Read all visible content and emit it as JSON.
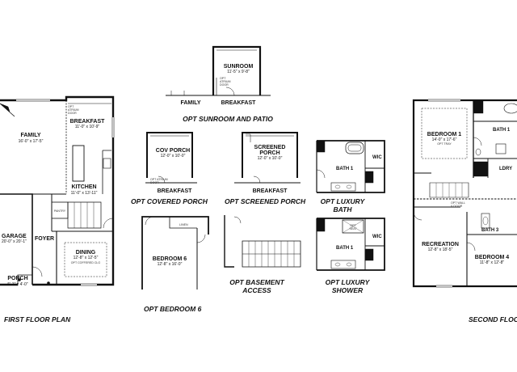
{
  "captions": {
    "first_floor": "FIRST FLOOR PLAN",
    "second_floor": "SECOND FLOOR PLAN",
    "sunroom_patio": "OPT SUNROOM AND PATIO",
    "covered_porch": "OPT COVERED PORCH",
    "screened_porch": "OPT SCREENED PORCH",
    "luxury_bath": [
      "OPT LUXURY",
      "BATH"
    ],
    "bedroom6": "OPT BEDROOM 6",
    "basement": [
      "OPT BASEMENT",
      "ACCESS"
    ],
    "luxury_shower": [
      "OPT LUXURY",
      "SHOWER"
    ]
  },
  "rooms": {
    "family": {
      "name": "FAMILY",
      "dims": "16'-0\" x 17'-5\""
    },
    "breakfast": {
      "name": "BREAKFAST",
      "dims": "11'-0\" x 10'-9\""
    },
    "kitchen": {
      "name": "KITCHEN",
      "dims": "11'-0\" x 13'-11\""
    },
    "garage": {
      "name": "GARAGE",
      "dims": "20'-0\" x 20'-1\""
    },
    "foyer": {
      "name": "FOYER"
    },
    "dining": {
      "name": "DINING",
      "dims": "12'-8\" x 12'-5\"",
      "note": "OPT COFFERED CLG"
    },
    "porch": {
      "name": "PORCH",
      "dims": "5'-1\" x 4'-0\""
    },
    "pantry": "PANTRY",
    "sunroom": {
      "name": "SUNROOM",
      "dims": "11'-5\" x 9'-8\""
    },
    "sun_family": "FAMILY",
    "sun_breakfast": "BREAKFAST",
    "cov_porch": {
      "name": "COV PORCH",
      "dims": "12'-0\" x 10'-0\""
    },
    "cov_breakfast": "BREAKFAST",
    "scr_porch": {
      "name": [
        "SCREENED",
        "PORCH"
      ],
      "dims": "12'-0\" x 10'-0\""
    },
    "scr_breakfast": "BREAKFAST",
    "bedroom6": {
      "name": "BEDROOM 6",
      "dims": "12'-8\" x 16'-0\"",
      "closet": "LINEN"
    },
    "bath1_a": "BATH 1",
    "bath1_b": "BATH 1",
    "wic_a": "WIC",
    "wic_b": "WIC",
    "bedroom1": {
      "name": "BEDROOM 1",
      "dims": "14'-0\" x 17'-6\"",
      "note": "OPT TRAY"
    },
    "bath1_2f": "BATH 1",
    "laundry": "LDRY",
    "bath3": "BATH 3",
    "recreation": {
      "name": "RECREATION",
      "dims": "12'-8\" x 18'-5\""
    },
    "bedroom4": {
      "name": "BEDROOM 4",
      "dims": "11'-8\" x 12'-8\""
    }
  },
  "notes": {
    "atrium_door": [
      "OPT",
      "ATRIUM",
      "DOOR"
    ],
    "opt_wall": [
      "OPT WALL",
      "& DOOR"
    ],
    "opt_fixture": [
      "OPT",
      "SEAT"
    ],
    "opt_atrium_short": [
      "OPT ATRIUM",
      "DOOR"
    ]
  }
}
